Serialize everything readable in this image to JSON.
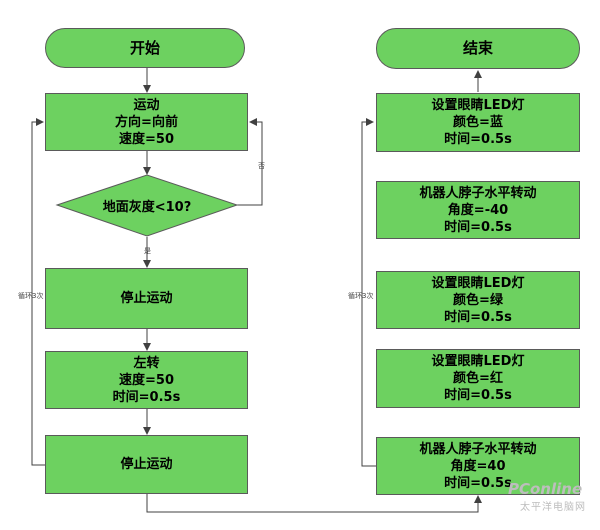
{
  "left": {
    "start": "开始",
    "move": {
      "line1": "运动",
      "line2": "方向=向前",
      "line3": "速度=50"
    },
    "decision": "地面灰度<10?",
    "no_label": "否",
    "yes_label": "是",
    "stop1": "停止运动",
    "turn": {
      "line1": "左转",
      "line2": "速度=50",
      "line3": "时间=0.5s"
    },
    "stop2": "停止运动",
    "loop_label": "循环3次"
  },
  "right": {
    "end": "结束",
    "eye_blue": {
      "line1": "设置眼睛LED灯",
      "line2": "颜色=蓝",
      "line3": "时间=0.5s"
    },
    "neck_minus": {
      "line1": "机器人脖子水平转动",
      "line2": "角度=-40",
      "line3": "时间=0.5s"
    },
    "eye_green": {
      "line1": "设置眼睛LED灯",
      "line2": "颜色=绿",
      "line3": "时间=0.5s"
    },
    "eye_red": {
      "line1": "设置眼睛LED灯",
      "line2": "颜色=红",
      "line3": "时间=0.5s"
    },
    "neck_plus": {
      "line1": "机器人脖子水平转动",
      "line2": "角度=40",
      "line3": "时间=0.5s"
    },
    "loop_label": "循环3次"
  },
  "watermark": {
    "brand": "PConline",
    "sub": "太平洋电脑网"
  },
  "colors": {
    "fill": "#6dd160",
    "stroke": "#5a5a5a",
    "line": "#404040"
  }
}
